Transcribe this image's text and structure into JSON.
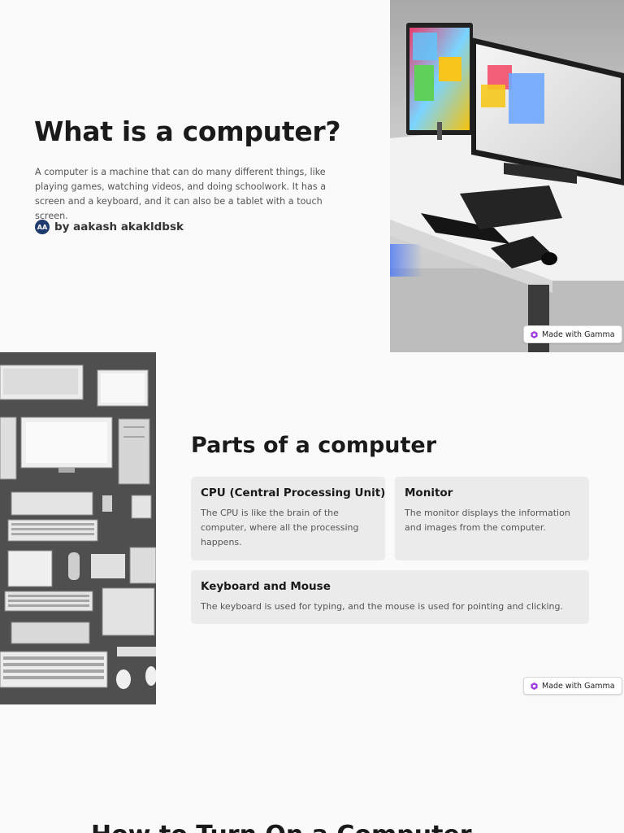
{
  "slide1": {
    "title": "What is a computer?",
    "body": "A computer is a machine that can do many different things, like playing games, watching videos, and doing schoolwork. It has a screen and a keyboard, and it can also be a tablet with a touch screen.",
    "author": {
      "initials": "AA",
      "name": "by aakash akakldbsk"
    },
    "badge": "Made with Gamma"
  },
  "slide2": {
    "title": "Parts of a computer",
    "cards": [
      {
        "title": "CPU (Central Processing Unit)",
        "text": "The CPU is like the brain of the computer, where all the processing happens."
      },
      {
        "title": "Monitor",
        "text": "The monitor displays the information and images from the computer."
      },
      {
        "title": "Keyboard and Mouse",
        "text": "The keyboard is used for typing, and the mouse is used for pointing and clicking."
      }
    ],
    "badge": "Made with Gamma"
  },
  "slide3": {
    "title": "How to Turn On a Computer"
  },
  "colors": {
    "background": "#fafafa",
    "card": "#ebebeb",
    "avatar": "#1f3b6e",
    "gamma_logo": "#a13ae0"
  }
}
